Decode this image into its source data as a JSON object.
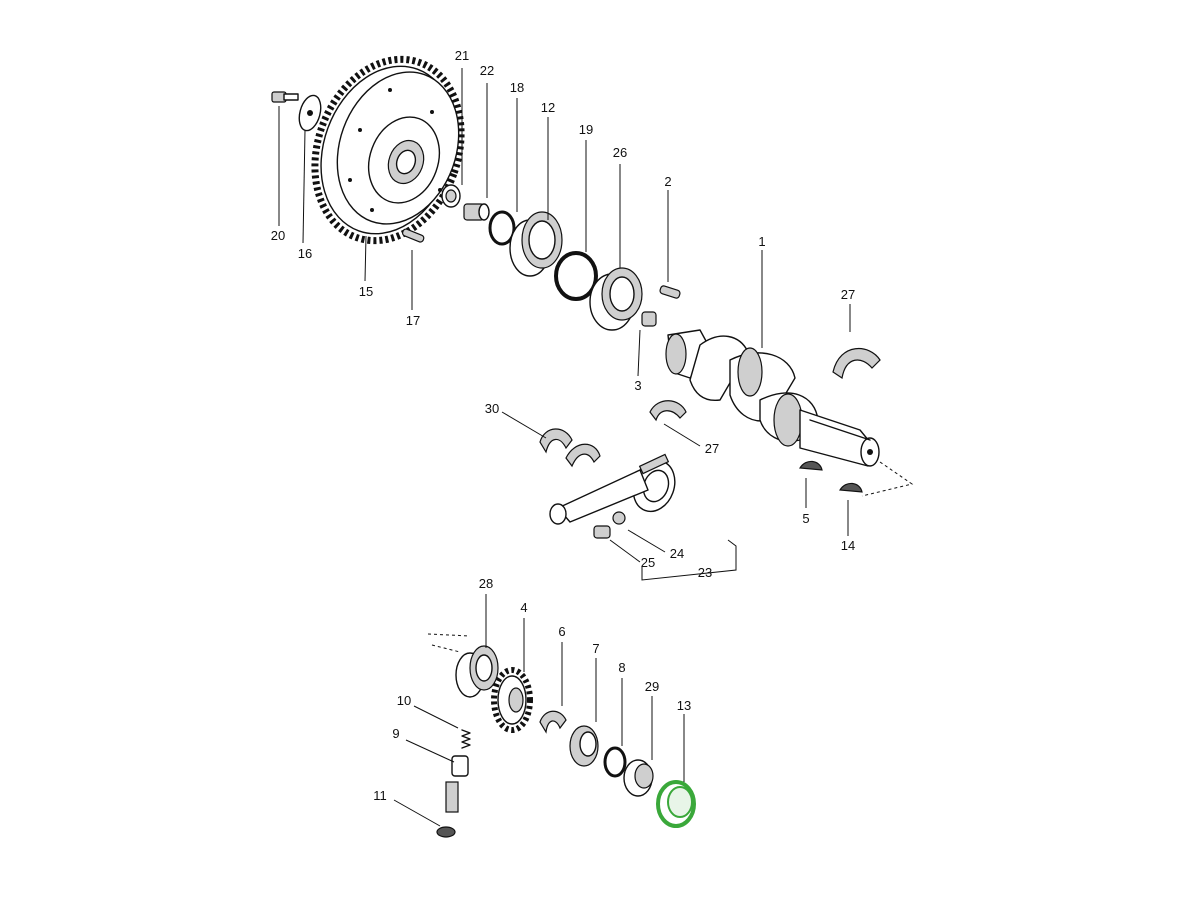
{
  "diagram": {
    "highlight_color": "#3aa83a",
    "callouts": [
      {
        "id": "c1",
        "text": "1"
      },
      {
        "id": "c2",
        "text": "2"
      },
      {
        "id": "c3",
        "text": "3"
      },
      {
        "id": "c4",
        "text": "4"
      },
      {
        "id": "c5",
        "text": "5"
      },
      {
        "id": "c6",
        "text": "6"
      },
      {
        "id": "c7",
        "text": "7"
      },
      {
        "id": "c8",
        "text": "8"
      },
      {
        "id": "c9",
        "text": "9"
      },
      {
        "id": "c10",
        "text": "10"
      },
      {
        "id": "c11",
        "text": "11"
      },
      {
        "id": "c12",
        "text": "12"
      },
      {
        "id": "c13",
        "text": "13"
      },
      {
        "id": "c14",
        "text": "14"
      },
      {
        "id": "c15",
        "text": "15"
      },
      {
        "id": "c16",
        "text": "16"
      },
      {
        "id": "c17",
        "text": "17"
      },
      {
        "id": "c18",
        "text": "18"
      },
      {
        "id": "c19",
        "text": "19"
      },
      {
        "id": "c20",
        "text": "20"
      },
      {
        "id": "c21",
        "text": "21"
      },
      {
        "id": "c22",
        "text": "22"
      },
      {
        "id": "c23",
        "text": "23"
      },
      {
        "id": "c24",
        "text": "24"
      },
      {
        "id": "c25",
        "text": "25"
      },
      {
        "id": "c26",
        "text": "26"
      },
      {
        "id": "c27a",
        "text": "27"
      },
      {
        "id": "c27b",
        "text": "27"
      },
      {
        "id": "c28",
        "text": "28"
      },
      {
        "id": "c29",
        "text": "29"
      },
      {
        "id": "c30",
        "text": "30"
      }
    ]
  }
}
